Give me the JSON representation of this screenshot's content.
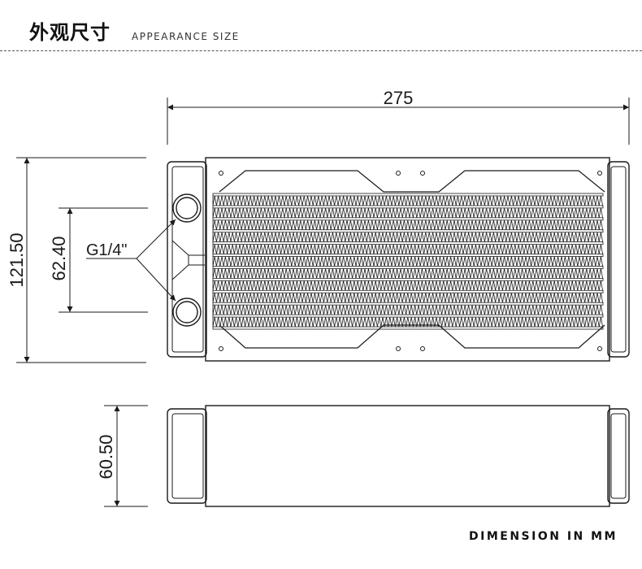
{
  "header": {
    "title": "外观尺寸",
    "subtitle": "APPEARANCE SIZE"
  },
  "dimensions": {
    "length": "275",
    "height": "121.50",
    "port_spacing": "62.40",
    "thickness": "60.50",
    "thread": "G1/4\""
  },
  "footer": {
    "note": "DIMENSION IN MM"
  },
  "colors": {
    "line": "#1a1a1a",
    "background": "#ffffff"
  }
}
